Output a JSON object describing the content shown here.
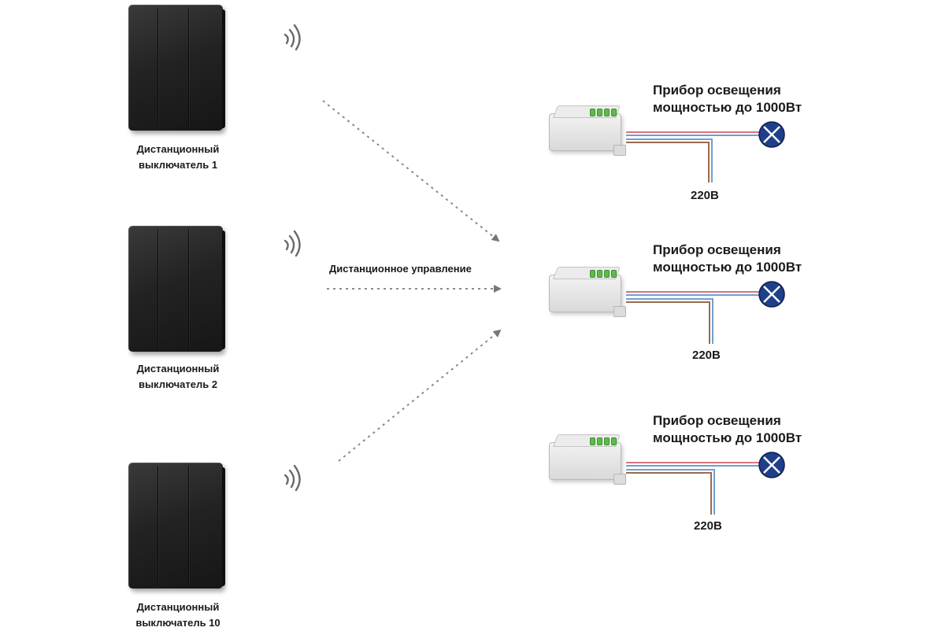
{
  "switches": [
    {
      "label_line1": "Дистанционный",
      "label_line2": "выключатель 1"
    },
    {
      "label_line1": "Дистанционный",
      "label_line2": "выключатель 2"
    },
    {
      "label_line1": "Дистанционный",
      "label_line2": "выключатель 10"
    }
  ],
  "remote_control_label": "Дистанционное управление",
  "receivers": [
    {
      "caption_line1": "Прибор освещения",
      "caption_line2": "мощностью до 1000Вт",
      "voltage": "220В"
    },
    {
      "caption_line1": "Прибор освещения",
      "caption_line2": "мощностью до 1000Вт",
      "voltage": "220В"
    },
    {
      "caption_line1": "Прибор освещения",
      "caption_line2": "мощностью до 1000Вт",
      "voltage": "220В"
    }
  ],
  "colors": {
    "wire_red": "#d9747c",
    "wire_blue": "#6f9fd2",
    "wire_brown": "#9a6a4e",
    "lamp_fill": "#1f3f8a",
    "arrow": "#777777",
    "switch_body": "#222222",
    "relay_terminals": "#5dbb4a"
  },
  "icons": [
    "wireless-signal-icon",
    "lamp-icon",
    "relay-module-icon",
    "wall-switch-icon"
  ]
}
